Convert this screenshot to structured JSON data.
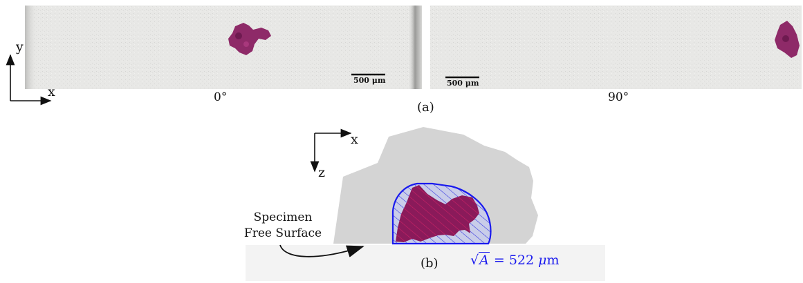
{
  "panel_a": {
    "caption": "(a)",
    "views": [
      {
        "angle_label": "0°",
        "scale_bar_label": "500 μm"
      },
      {
        "angle_label": "90°",
        "scale_bar_label": "500 μm"
      }
    ],
    "axes": {
      "vertical": "y",
      "horizontal": "x"
    }
  },
  "panel_b": {
    "caption": "(b)",
    "axes": {
      "horizontal": "x",
      "vertical": "z"
    },
    "annotation": {
      "line1": "Specimen",
      "line2": "Free Surface"
    },
    "area_label": {
      "prefix": "√",
      "variable": "A",
      "value_text": " = 522 ",
      "unit_mu": "μ",
      "unit_m": "m"
    }
  },
  "colors": {
    "defect": "#8e2a68",
    "contour": "#1a1aee",
    "specimen": "#d4d4d4",
    "ct_background": "#e9e9e7"
  }
}
